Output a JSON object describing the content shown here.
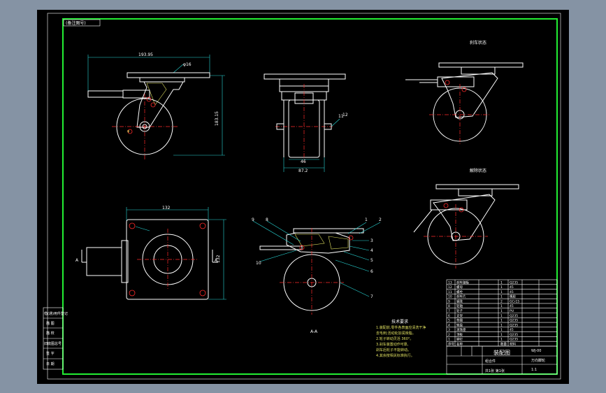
{
  "colors": {
    "background": "#8593a4",
    "sheet": "#000000",
    "border_frame": "#22ee33",
    "lines": "#ffffff",
    "centerlines": "#ff2a2a",
    "dimensions": "#28d8d8",
    "hatch": "#e0e060"
  },
  "sheet": {
    "tag": "(备注图号)",
    "view_label_brake_on": "刹车状态",
    "view_label_brake_off": "解除状态",
    "section_label": "A-A"
  },
  "dimensions": {
    "top_width": "193.95",
    "height": "183.15",
    "front_width": "46",
    "front_overall": "87.2",
    "plan_width": "132",
    "plan_height": "132",
    "phi_label": "φ16",
    "label_11": "11",
    "label_12": "12"
  },
  "section_markers": {
    "left": "A",
    "right": "A"
  },
  "part_callouts": [
    "1",
    "2",
    "3",
    "4",
    "5",
    "6",
    "7",
    "8",
    "9",
    "10"
  ],
  "tech_notes": {
    "heading": "技术要求",
    "lines": [
      "1.装配前,零件各表面应清洗干净",
      "  去毛刺;活动处加润滑脂。",
      "2.轮子转动灵活 360°。",
      "3.刹车装置动作可靠,",
      "  刹车后轮子不能转动。",
      "4.其余按相关标准执行。"
    ]
  },
  "side_stamp": {
    "rows": [
      "借(通)用件登记",
      "描  图",
      "描  校",
      "旧底图总号",
      "签  字",
      "日  期"
    ]
  },
  "parts_table": {
    "rows": [
      {
        "no": "13",
        "name": "刹车踏板",
        "qty": "1",
        "mat": "Q235"
      },
      {
        "no": "12",
        "name": "螺母",
        "qty": "1",
        "mat": "45"
      },
      {
        "no": "11",
        "name": "螺栓",
        "qty": "1",
        "mat": "45"
      },
      {
        "no": "10",
        "name": "刹车片",
        "qty": "1",
        "mat": "橡胶"
      },
      {
        "no": "9",
        "name": "钢珠",
        "qty": "2",
        "mat": "GCr15"
      },
      {
        "no": "8",
        "name": "轮轴",
        "qty": "1",
        "mat": "45"
      },
      {
        "no": "7",
        "name": "轮子",
        "qty": "1",
        "mat": "PU"
      },
      {
        "no": "6",
        "name": "支架",
        "qty": "1",
        "mat": "Q235"
      },
      {
        "no": "5",
        "name": "垫圈",
        "qty": "1",
        "mat": "Q235"
      },
      {
        "no": "4",
        "name": "转盘",
        "qty": "1",
        "mat": "Q235"
      },
      {
        "no": "3",
        "name": "滚珠座",
        "qty": "1",
        "mat": "45"
      },
      {
        "no": "2",
        "name": "顶板",
        "qty": "1",
        "mat": "Q235"
      },
      {
        "no": "1",
        "name": "铆钉",
        "qty": "1",
        "mat": "Q235"
      }
    ],
    "header": {
      "no": "序号",
      "name": "名称",
      "qty": "数量",
      "mat": "材料"
    }
  },
  "title_block": {
    "title": "装配图",
    "drawing_no": "WJ-00",
    "material": "组合件",
    "scale": "1:1",
    "sheet": "共1张 第1张",
    "company": "万向脚轮"
  }
}
